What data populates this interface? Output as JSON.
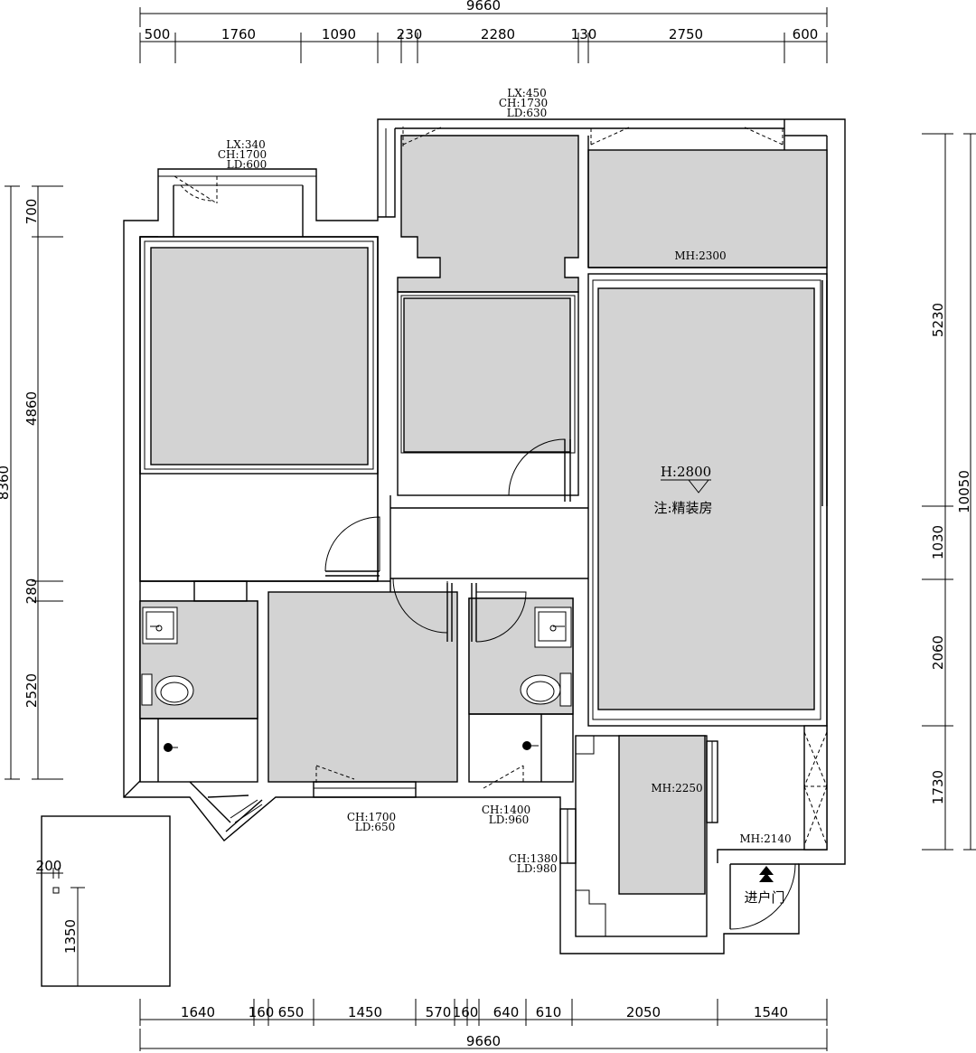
{
  "top_dims": {
    "total": "9660",
    "segments": [
      "500",
      "1760",
      "1090",
      "230",
      "2280",
      "130",
      "2750",
      "600"
    ]
  },
  "bottom_dims": {
    "total": "9660",
    "segments": [
      "1640",
      "160",
      "650",
      "1450",
      "570",
      "160",
      "640",
      "610",
      "2050",
      "1540"
    ]
  },
  "left_dims": {
    "total": "8360",
    "segments": [
      "700",
      "4860",
      "280",
      "2520"
    ]
  },
  "right_dims": {
    "total": "10050",
    "segments": [
      "5230",
      "1030",
      "2060",
      "1730"
    ]
  },
  "inset_dims": {
    "width": "200",
    "height": "1350"
  },
  "window_notes": {
    "bedroom_left": [
      "LX:340",
      "CH:1700",
      "LD:600"
    ],
    "top_balcony": [
      "LX:450",
      "CH:1730",
      "LD:630"
    ],
    "bedroom_bottom": [
      "CH:1700",
      "LD:650"
    ],
    "bath_right": [
      "CH:1400",
      "LD:960"
    ],
    "kitchen": [
      "CH:1380",
      "LD:980"
    ]
  },
  "labels": {
    "mh_top": "MH:2300",
    "mh_kitchen": "MH:2250",
    "mh_entry": "MH:2140",
    "height": "H:2800",
    "note": "注:精装房",
    "entrance": "进户门"
  }
}
